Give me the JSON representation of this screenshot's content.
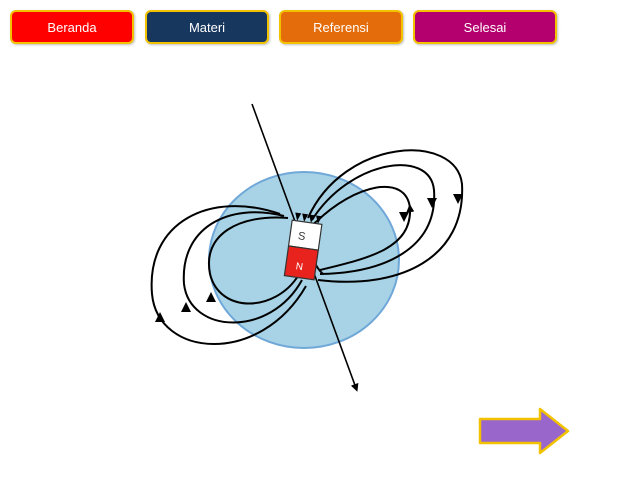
{
  "nav": {
    "beranda": {
      "label": "Beranda",
      "color": "#ff0000"
    },
    "materi": {
      "label": "Materi",
      "color": "#17375e"
    },
    "referensi": {
      "label": "Referensi",
      "color": "#e46c0a"
    },
    "selesai": {
      "label": "Selesai",
      "color": "#b4006e"
    }
  },
  "figure": {
    "magnet": {
      "south_label": "S",
      "north_label": "N",
      "north_color": "#e8221c",
      "south_color": "#ffffff"
    },
    "sphere_color": "#a8d3e6"
  },
  "next_button": {
    "icon": "right-arrow-icon",
    "color": "#9966cc"
  }
}
